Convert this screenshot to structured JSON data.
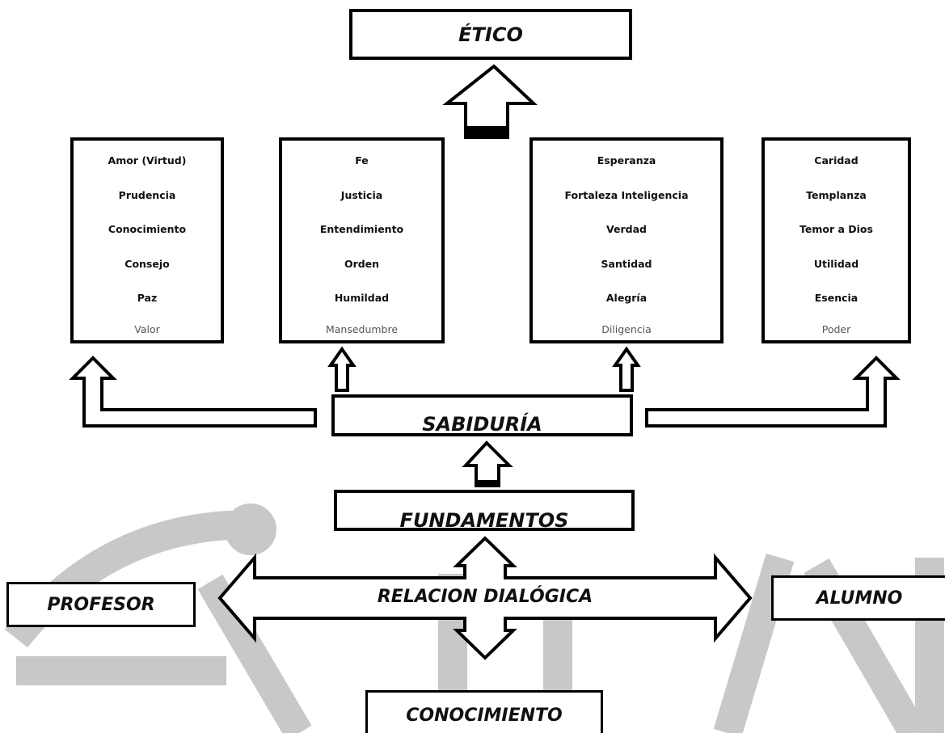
{
  "colors": {
    "stroke": "#000000",
    "fill": "#ffffff",
    "watermark": "#c8c8c8",
    "text": "#111111"
  },
  "icons": [
    "up-arrow-icon",
    "up-right-arrow-icon",
    "up-left-arrow-icon",
    "four-way-arrow-icon"
  ],
  "top": {
    "title": "ÉTICO"
  },
  "columns": [
    {
      "items": [
        "Amor (Virtud)",
        "Prudencia",
        "Conocimiento",
        "Consejo",
        "Paz"
      ],
      "last": "Valor"
    },
    {
      "items": [
        "Fe",
        "Justicia",
        "Entendimiento",
        "Orden",
        "Humildad"
      ],
      "last": "Mansedumbre"
    },
    {
      "items": [
        "Esperanza",
        "Fortaleza Inteligencia",
        "Verdad",
        "Santidad",
        "Alegría"
      ],
      "last": "Diligencia"
    },
    {
      "items": [
        "Caridad",
        "Templanza",
        "Temor a Dios",
        "Utilidad",
        "Esencia"
      ],
      "last": "Poder"
    }
  ],
  "sabiduria": {
    "title": "SABIDURÍA"
  },
  "fundamentos": {
    "title": "FUNDAMENTOS"
  },
  "relation": {
    "label": "RELACION DIALÓGICA"
  },
  "profesor": {
    "label": "PROFESOR"
  },
  "alumno": {
    "label": "ALUMNO"
  },
  "conocimiento": {
    "label": "CONOCIMIENTO"
  }
}
